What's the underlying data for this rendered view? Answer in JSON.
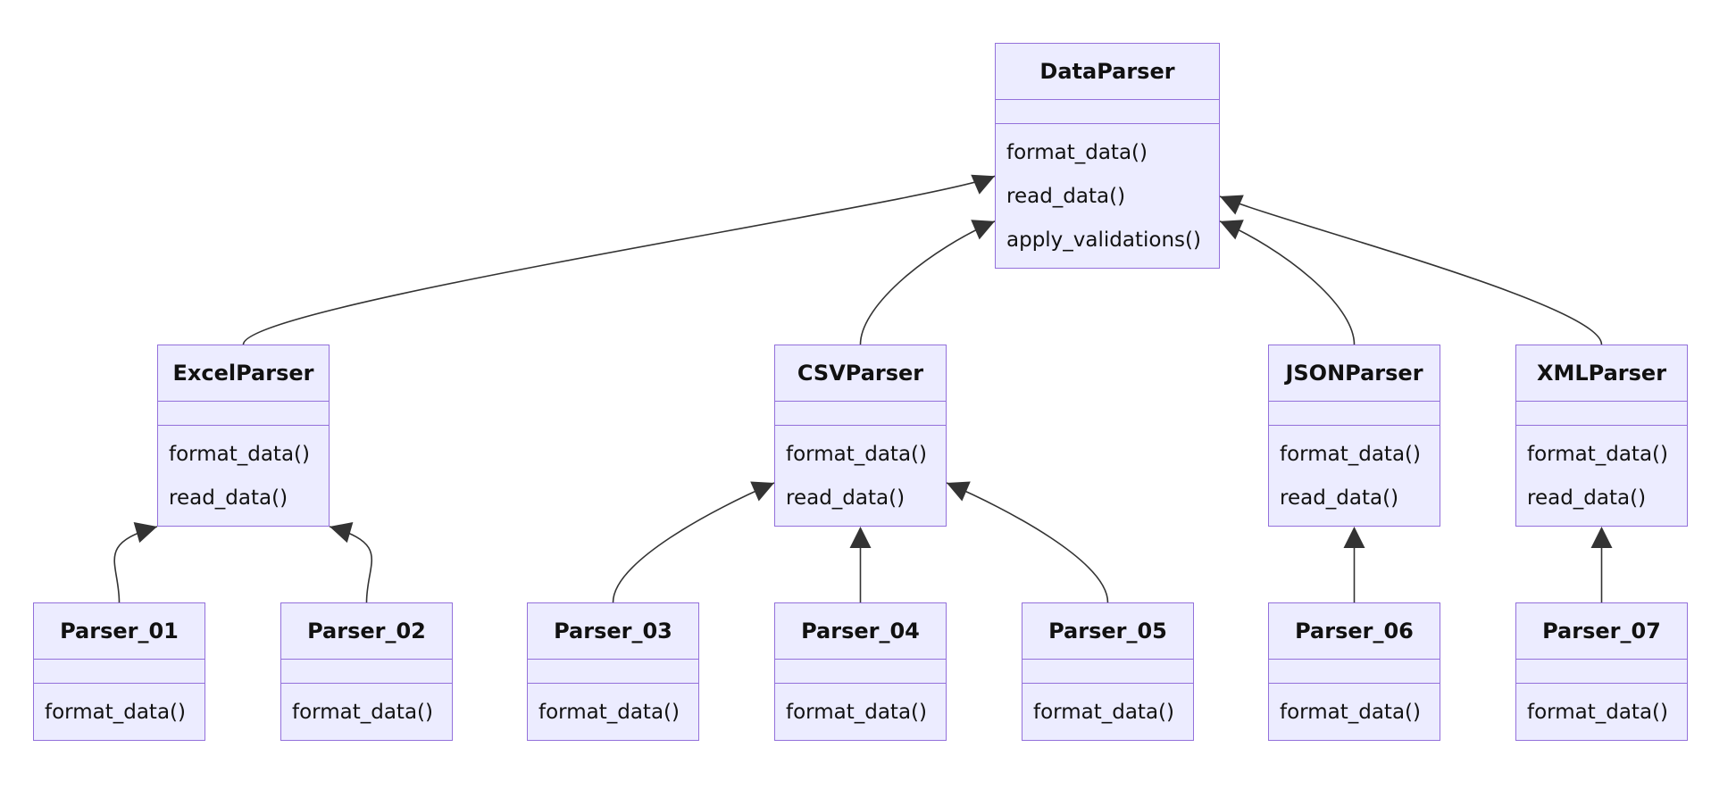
{
  "diagram": {
    "colors": {
      "fill": "#ECECFF",
      "border": "#9370DB",
      "line": "#333333"
    },
    "classes": [
      {
        "id": "DataParser",
        "name": "DataParser",
        "methods": [
          "format_data()",
          "read_data()",
          "apply_validations()"
        ]
      },
      {
        "id": "ExcelParser",
        "name": "ExcelParser",
        "methods": [
          "format_data()",
          "read_data()"
        ]
      },
      {
        "id": "CSVParser",
        "name": "CSVParser",
        "methods": [
          "format_data()",
          "read_data()"
        ]
      },
      {
        "id": "JSONParser",
        "name": "JSONParser",
        "methods": [
          "format_data()",
          "read_data()"
        ]
      },
      {
        "id": "XMLParser",
        "name": "XMLParser",
        "methods": [
          "format_data()",
          "read_data()"
        ]
      },
      {
        "id": "Parser_01",
        "name": "Parser_01",
        "methods": [
          "format_data()"
        ]
      },
      {
        "id": "Parser_02",
        "name": "Parser_02",
        "methods": [
          "format_data()"
        ]
      },
      {
        "id": "Parser_03",
        "name": "Parser_03",
        "methods": [
          "format_data()"
        ]
      },
      {
        "id": "Parser_04",
        "name": "Parser_04",
        "methods": [
          "format_data()"
        ]
      },
      {
        "id": "Parser_05",
        "name": "Parser_05",
        "methods": [
          "format_data()"
        ]
      },
      {
        "id": "Parser_06",
        "name": "Parser_06",
        "methods": [
          "format_data()"
        ]
      },
      {
        "id": "Parser_07",
        "name": "Parser_07",
        "methods": [
          "format_data()"
        ]
      }
    ],
    "inheritance": [
      {
        "child": "ExcelParser",
        "parent": "DataParser"
      },
      {
        "child": "CSVParser",
        "parent": "DataParser"
      },
      {
        "child": "JSONParser",
        "parent": "DataParser"
      },
      {
        "child": "XMLParser",
        "parent": "DataParser"
      },
      {
        "child": "Parser_01",
        "parent": "ExcelParser"
      },
      {
        "child": "Parser_02",
        "parent": "ExcelParser"
      },
      {
        "child": "Parser_03",
        "parent": "CSVParser"
      },
      {
        "child": "Parser_04",
        "parent": "CSVParser"
      },
      {
        "child": "Parser_05",
        "parent": "CSVParser"
      },
      {
        "child": "Parser_06",
        "parent": "JSONParser"
      },
      {
        "child": "Parser_07",
        "parent": "XMLParser"
      }
    ]
  }
}
